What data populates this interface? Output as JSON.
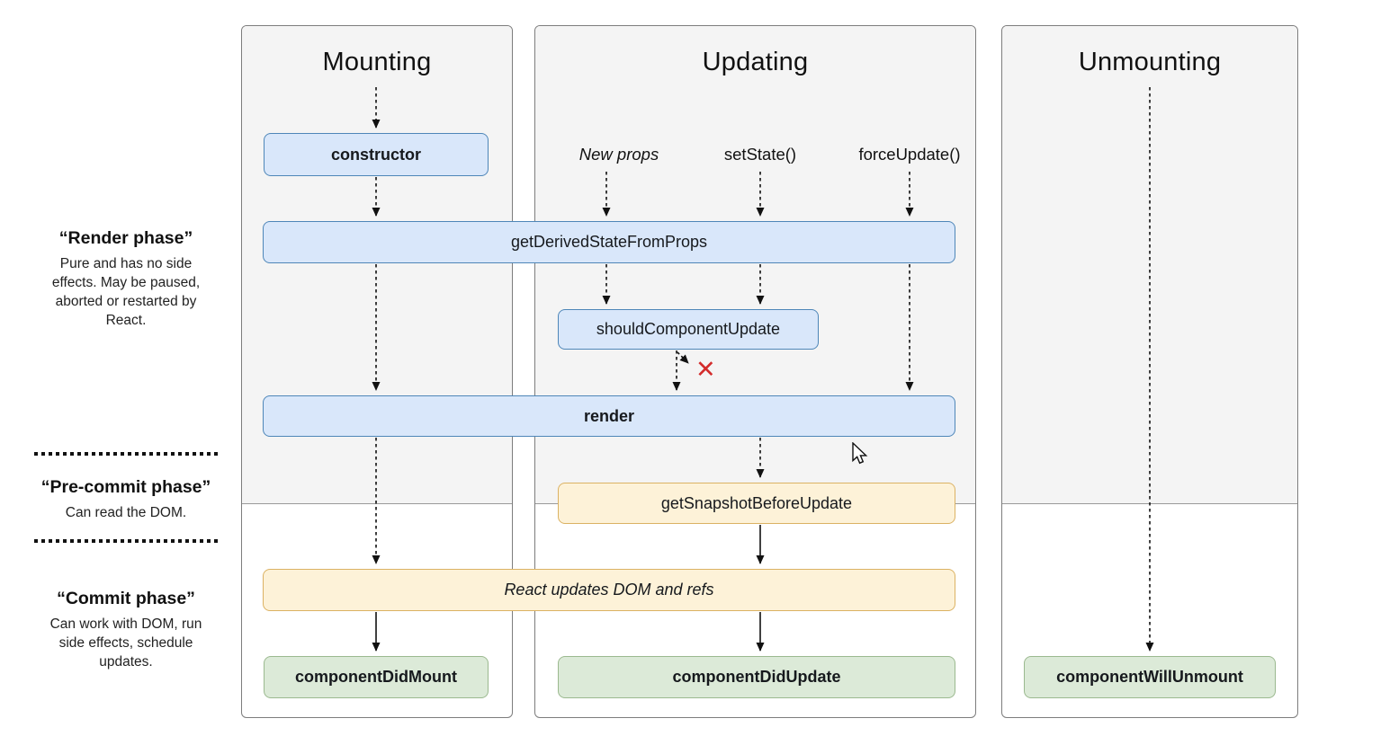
{
  "phase_labels": [
    {
      "title": "“Render phase”",
      "description": "Pure and has no side effects. May be paused, aborted or restarted by React."
    },
    {
      "title": "“Pre-commit phase”",
      "description": "Can read the DOM."
    },
    {
      "title": "“Commit phase”",
      "description": "Can work with DOM, run side effects, schedule updates."
    }
  ],
  "columns": {
    "mounting": "Mounting",
    "updating": "Updating",
    "unmounting": "Unmounting"
  },
  "triggers": {
    "new_props": "New props",
    "set_state": "setState()",
    "force_update": "forceUpdate()"
  },
  "lifecycle": {
    "constructor": "constructor",
    "get_derived_state_from_props": "getDerivedStateFromProps",
    "should_component_update": "shouldComponentUpdate",
    "render": "render",
    "get_snapshot_before_update": "getSnapshotBeforeUpdate",
    "react_updates_dom": "React updates DOM and refs",
    "component_did_mount": "componentDidMount",
    "component_did_update": "componentDidUpdate",
    "component_will_unmount": "componentWillUnmount"
  },
  "icons": {
    "abort_render_x": "✕"
  },
  "colors": {
    "lifecycle_box_bg": "#d9e7fa",
    "lifecycle_box_border": "#4e86b8",
    "side_effect_box_bg": "#fdf2d8",
    "side_effect_box_border": "#dbb263",
    "commit_box_bg": "#dcead8",
    "commit_box_border": "#9bb98f",
    "column_zone_bg": "#f4f4f4",
    "column_border": "#7d7d7d",
    "abort_x_color": "#d32b2b"
  }
}
